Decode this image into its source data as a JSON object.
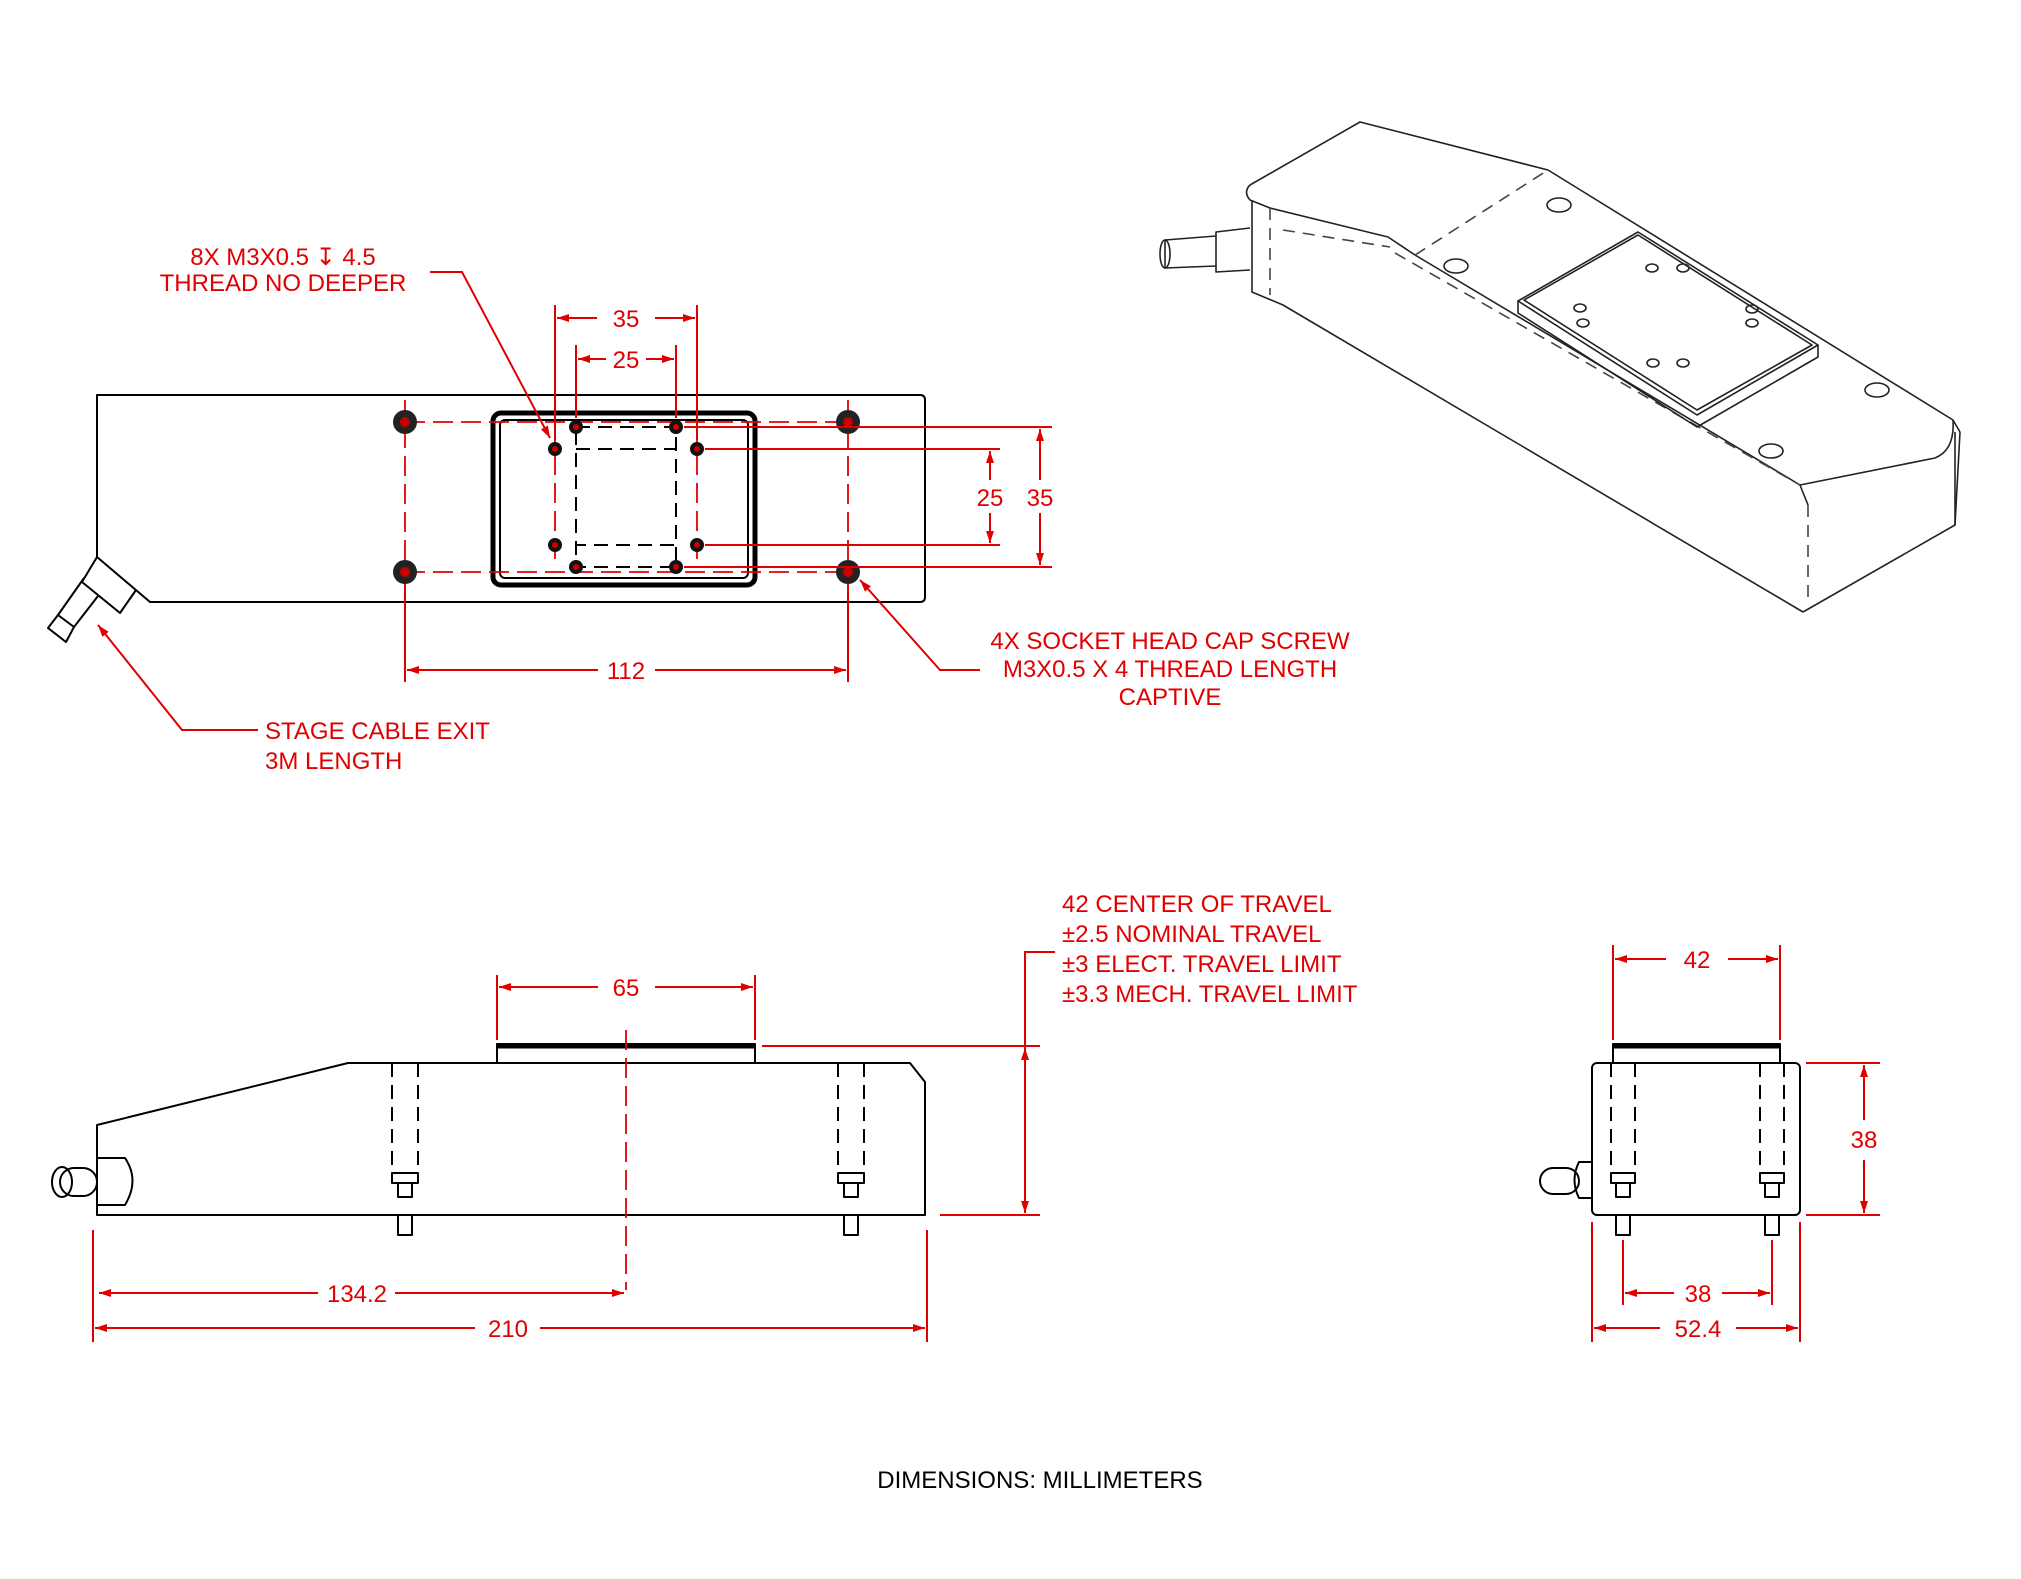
{
  "notes": {
    "tapped_holes_line1": "8X M3X0.5 ↧ 4.5",
    "tapped_holes_line2": "THREAD NO DEEPER",
    "screws_line1": "4X SOCKET HEAD CAP SCREW",
    "screws_line2": "M3X0.5 X 4 THREAD LENGTH",
    "screws_line3": "CAPTIVE",
    "cable_line1": "STAGE CABLE EXIT",
    "cable_line2": "3M LENGTH",
    "travel_line1": "42 CENTER OF TRAVEL",
    "travel_line2": "±2.5 NOMINAL TRAVEL",
    "travel_line3": "±3 ELECT. TRAVEL LIMIT",
    "travel_line4": "±3.3 MECH. TRAVEL LIMIT",
    "units": "DIMENSIONS:  MILLIMETERS"
  },
  "dimensions": {
    "top_hole_spacing_outer": "35",
    "top_hole_spacing_inner": "25",
    "top_vertical_inner": "25",
    "top_vertical_outer": "35",
    "screw_spacing": "112",
    "carriage_width": "65",
    "center_offset": "134.2",
    "overall_length": "210",
    "end_top_width": "42",
    "end_height": "38",
    "end_screw_spacing": "38",
    "end_overall_width": "52.4"
  },
  "colors": {
    "dimension": "#e10000",
    "outline": "#000000"
  }
}
